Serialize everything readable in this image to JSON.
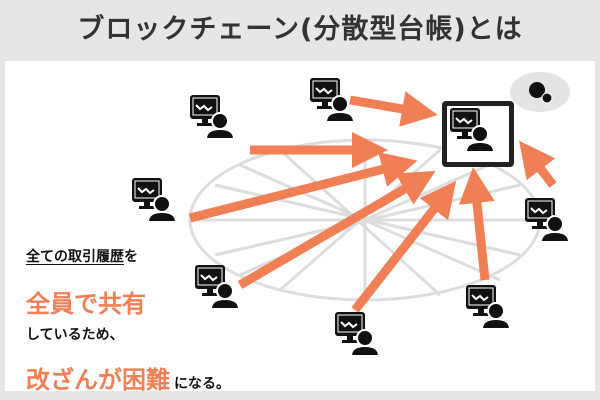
{
  "title": "ブロックチェーン(分散型台帳)とは",
  "captions": {
    "line1": "全ての取引履歴",
    "line1_suffix": "を",
    "line2": "全員で共有",
    "line3": "しているため、",
    "line4": "改ざんが困難",
    "line4_suffix": "になる。"
  },
  "colors": {
    "accent": "#f07f55",
    "background": "#e6e6e6",
    "panel": "#ffffff",
    "icon": "#111111",
    "network": "#dddddd"
  },
  "icons": {
    "node": "user-computer-icon",
    "center": "central-ledger-icon",
    "money": "money-bag-yen-icon"
  }
}
